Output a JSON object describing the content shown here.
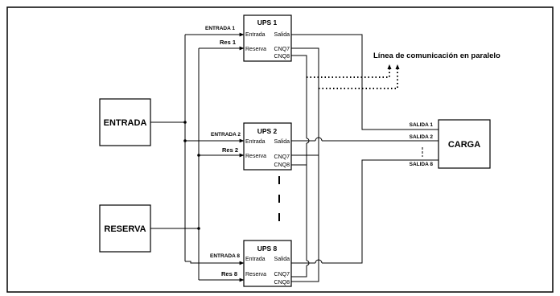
{
  "blocks": {
    "entrada": "ENTRADA",
    "reserva": "RESERVA",
    "carga": "CARGA"
  },
  "ups": [
    {
      "title": "UPS 1",
      "entrada": "Entrada",
      "salida": "Salida",
      "reserva": "Reserva",
      "cnq7": "CNQ7",
      "cnq8": "CNQ8",
      "in_label": "ENTRADA 1",
      "res_label": "Res 1"
    },
    {
      "title": "UPS 2",
      "entrada": "Entrada",
      "salida": "Salida",
      "reserva": "Reserva",
      "cnq7": "CNQ7",
      "cnq8": "CNQ8",
      "in_label": "ENTRADA 2",
      "res_label": "Res 2"
    },
    {
      "title": "UPS 8",
      "entrada": "Entrada",
      "salida": "Salida",
      "reserva": "Reserva",
      "cnq7": "CNQ7",
      "cnq8": "CNQ8",
      "in_label": "ENTRADA 8",
      "res_label": "Res 8"
    }
  ],
  "outputs": [
    "SALIDA 1",
    "SALIDA 2",
    "SALIDA 8"
  ],
  "parallel_note": "Línea de comunicación en paralelo"
}
